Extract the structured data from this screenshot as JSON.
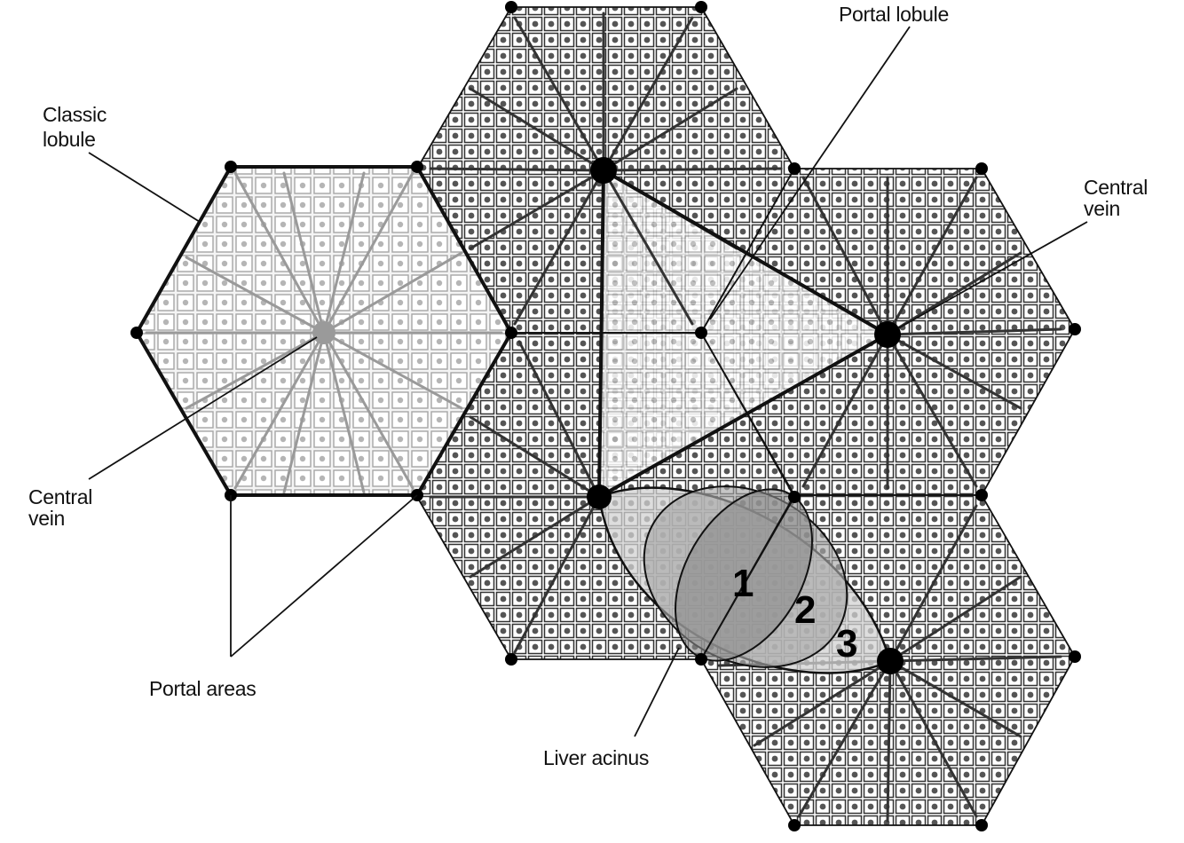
{
  "labels": {
    "classic_lobule_1": "Classic",
    "classic_lobule_2": "lobule",
    "portal_lobule": "Portal lobule",
    "central_vein_right_1": "Central",
    "central_vein_right_2": "vein",
    "central_vein_left_1": "Central",
    "central_vein_left_2": "vein",
    "portal_areas": "Portal areas",
    "liver_acinus": "Liver acinus"
  },
  "zones": [
    "1",
    "2",
    "3"
  ],
  "colors": {
    "line": "#111111",
    "light_tissue": "#bdbdbd",
    "dark_tissue": "#4a4a4a",
    "zone1": "#8a8a8a",
    "zone2": "#a8a8a8",
    "zone3": "#d2d2d2"
  }
}
